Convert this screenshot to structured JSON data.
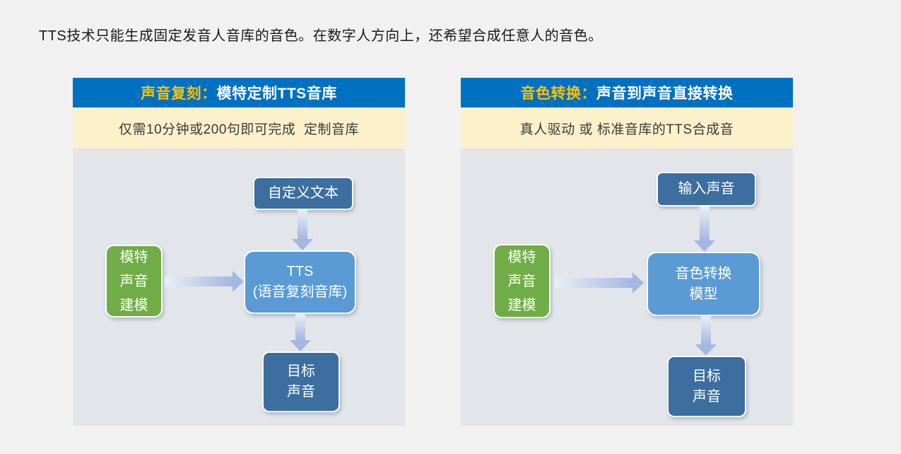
{
  "page": {
    "intro_text": "TTS技术只能生成固定发音人音库的音色。在数字人方向上，还希望合成任意人的音色。"
  },
  "colors": {
    "page_bg": "#F1F1F1",
    "header_blue": "#0070C0",
    "gold": "#FFC000",
    "cream": "#FDF1CC",
    "body_gray": "#E2E5EA",
    "dark_blue": "#3C6E9F",
    "mid_blue": "#5B9BD5",
    "green": "#70AD47",
    "arrow": "#A3B7E0"
  },
  "panels": [
    {
      "title_highlight": "声音复刻：",
      "title_rest": "模特定制TTS音库",
      "subtitle": "仅需10分钟或200句即可完成  定制音库",
      "nodes": {
        "top": "自定义文本",
        "model": [
          "模特",
          "声音",
          "建模"
        ],
        "center": [
          "TTS",
          "(语音复刻音库)"
        ],
        "output": [
          "目标",
          "声音"
        ]
      }
    },
    {
      "title_highlight": "音色转换：",
      "title_rest": "声音到声音直接转换",
      "subtitle": "真人驱动 或 标准音库的TTS合成音",
      "nodes": {
        "top": "输入声音",
        "model": [
          "模特",
          "声音",
          "建模"
        ],
        "center": [
          "音色转换",
          "模型"
        ],
        "output": [
          "目标",
          "声音"
        ]
      }
    }
  ]
}
